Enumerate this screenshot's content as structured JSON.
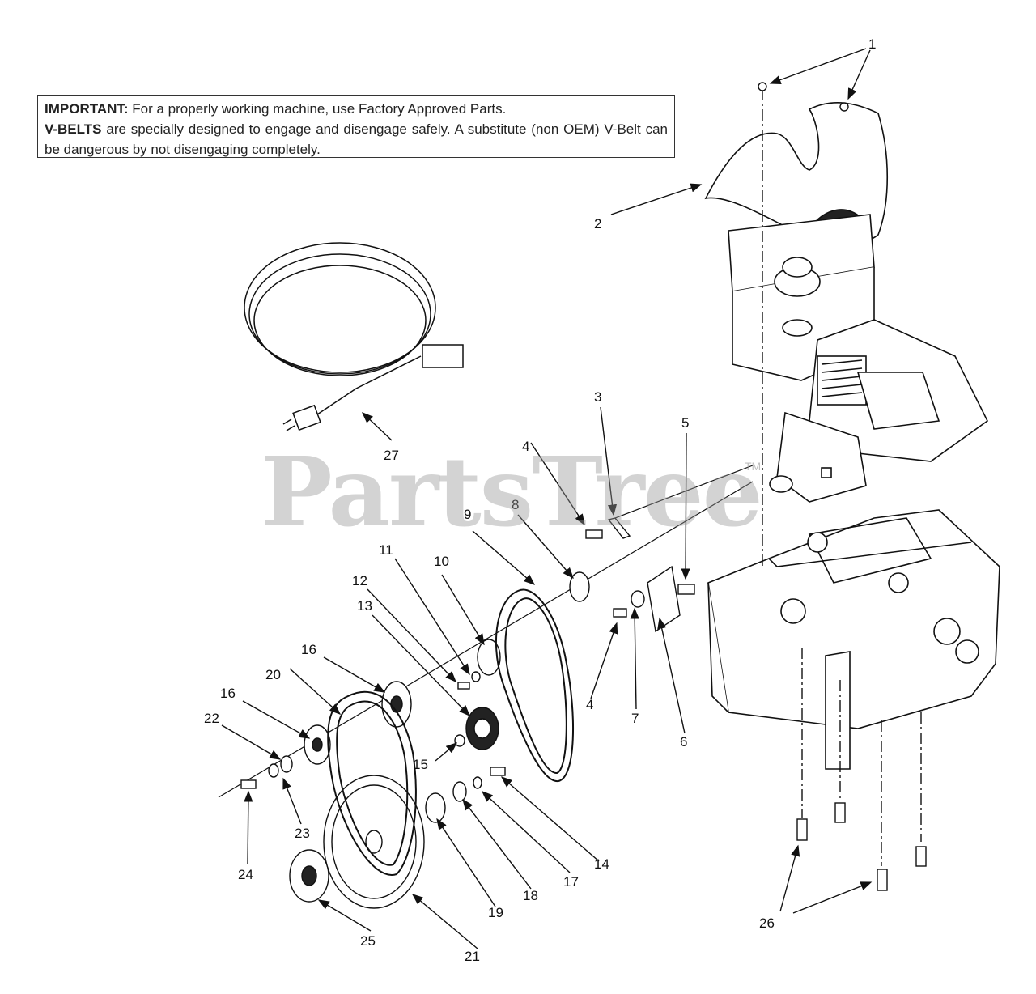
{
  "notice": {
    "important_label": "IMPORTANT:",
    "important_text": " For a properly  working machine, use Factory Approved Parts.",
    "vbelts_label": "V-BELTS",
    "vbelts_text": " are specially designed to engage and disengage safely. A substitute (non OEM) V-Belt can be dangerous by not disengaging completely."
  },
  "watermark": {
    "text": "PartsTree",
    "tm": "TM"
  },
  "callouts": [
    "1",
    "2",
    "3",
    "4",
    "4",
    "5",
    "6",
    "7",
    "8",
    "9",
    "10",
    "11",
    "12",
    "13",
    "14",
    "15",
    "16",
    "16",
    "17",
    "18",
    "19",
    "20",
    "21",
    "22",
    "23",
    "24",
    "25",
    "26",
    "27"
  ]
}
